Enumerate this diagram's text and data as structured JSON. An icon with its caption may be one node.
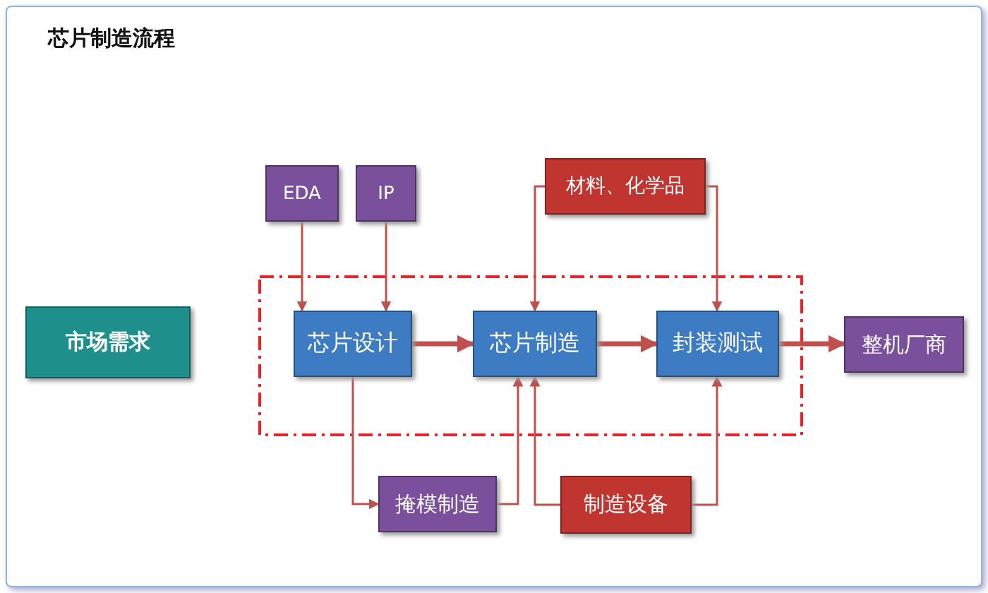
{
  "diagram": {
    "title": "芯片制造流程",
    "nodes": [
      {
        "text": [
          "市场需求"
        ]
      },
      {
        "text": [
          "EDA"
        ]
      },
      {
        "text": [
          "IP"
        ]
      },
      {
        "text": [
          "材料、化学品"
        ]
      },
      {
        "text": [
          "芯片设计"
        ]
      },
      {
        "text": [
          "芯片制造"
        ]
      },
      {
        "text": [
          "封装测试"
        ]
      },
      {
        "text": [
          "整机厂商"
        ]
      },
      {
        "text": [
          "掩模制造"
        ]
      },
      {
        "text": [
          "制造设备"
        ]
      }
    ],
    "edges": [
      {
        "from": 1,
        "to": 4,
        "arrow": "to"
      },
      {
        "from": 2,
        "to": 4,
        "arrow": "to"
      },
      {
        "from": 3,
        "to": 5,
        "arrow": "to"
      },
      {
        "from": 3,
        "to": 6,
        "arrow": "to"
      },
      {
        "from": 4,
        "to": 5,
        "arrow": "to",
        "style": "thick"
      },
      {
        "from": 5,
        "to": 6,
        "arrow": "to",
        "style": "thick"
      },
      {
        "from": 6,
        "to": 7,
        "arrow": "to",
        "style": "thick"
      },
      {
        "from": 4,
        "to": 8,
        "arrow": "to"
      },
      {
        "from": 8,
        "to": 5,
        "arrow": "to"
      },
      {
        "from": 9,
        "to": 5,
        "arrow": "to"
      },
      {
        "from": 9,
        "to": 6,
        "arrow": "to"
      }
    ]
  }
}
